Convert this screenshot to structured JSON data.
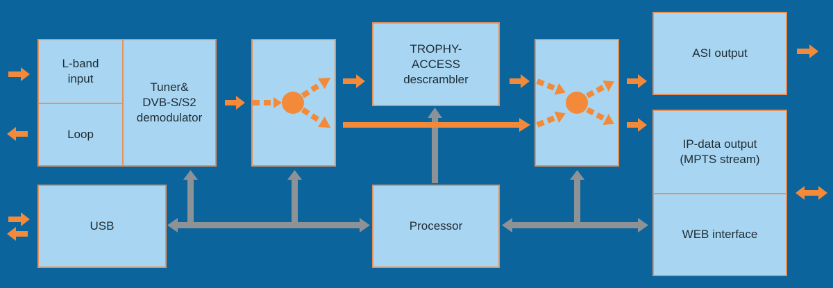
{
  "colors": {
    "background": "#0b649c",
    "block_fill": "#a8d6f2",
    "block_border": "#e8925a",
    "signal_arrow": "#f28a3a",
    "control_bus": "#8c9296",
    "text": "#1d2a33"
  },
  "blocks": {
    "lband_input": "L-band\ninput",
    "loop": "Loop",
    "tuner_demod": "Tuner&\nDVB-S/S2\ndemodulator",
    "splitter": "",
    "descrambler": "TROPHY-\nACCESS\ndescrambler",
    "mux": "",
    "asi_output": "ASI output",
    "ip_output": "IP-data output\n(MPTS stream)",
    "web_interface": "WEB interface",
    "usb": "USB",
    "processor": "Processor"
  }
}
